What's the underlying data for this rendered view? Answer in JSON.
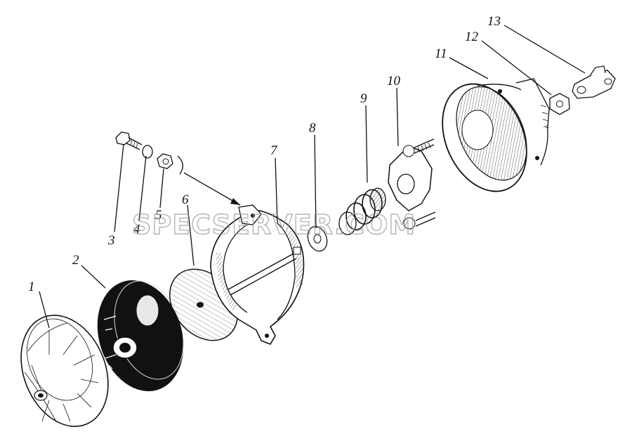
{
  "watermark": "SPECSERVER.COM",
  "parts": [
    {
      "id": "part-1",
      "label": "1"
    },
    {
      "id": "part-2",
      "label": "2"
    },
    {
      "id": "part-3",
      "label": "3"
    },
    {
      "id": "part-4",
      "label": "4"
    },
    {
      "id": "part-5",
      "label": "5"
    },
    {
      "id": "part-6",
      "label": "6"
    },
    {
      "id": "part-7",
      "label": "7"
    },
    {
      "id": "part-8",
      "label": "8"
    },
    {
      "id": "part-9",
      "label": "9"
    },
    {
      "id": "part-10",
      "label": "10"
    },
    {
      "id": "part-11",
      "label": "11"
    },
    {
      "id": "part-12",
      "label": "12"
    },
    {
      "id": "part-13",
      "label": "13"
    }
  ]
}
